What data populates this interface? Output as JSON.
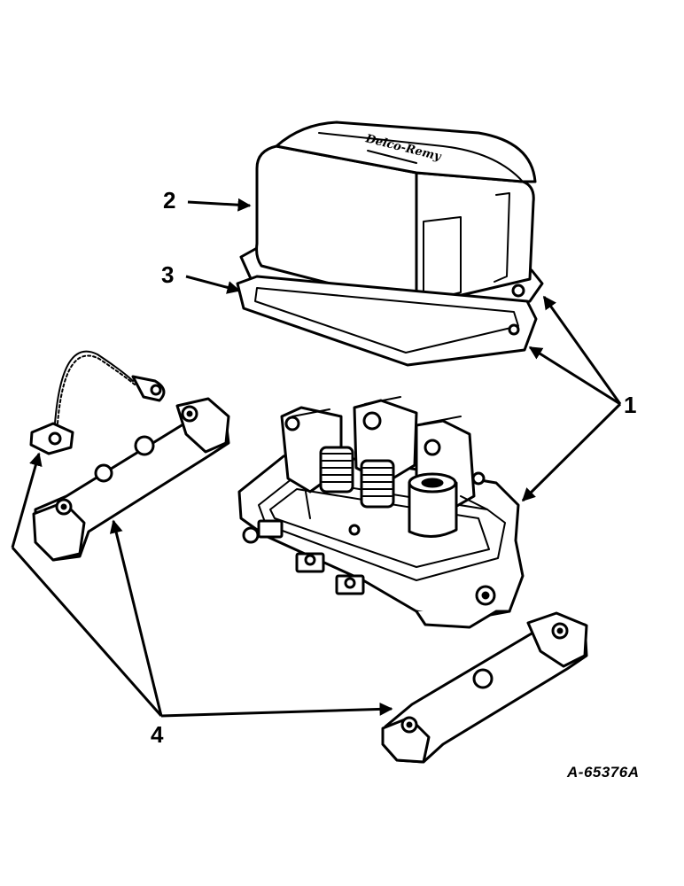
{
  "callouts": {
    "c1": "1",
    "c2": "2",
    "c3": "3",
    "c4": "4"
  },
  "figure_id": "A-65376A",
  "cover_logo_text": "Delco-Remy",
  "colors": {
    "ink": "#000000",
    "paper": "#ffffff"
  }
}
